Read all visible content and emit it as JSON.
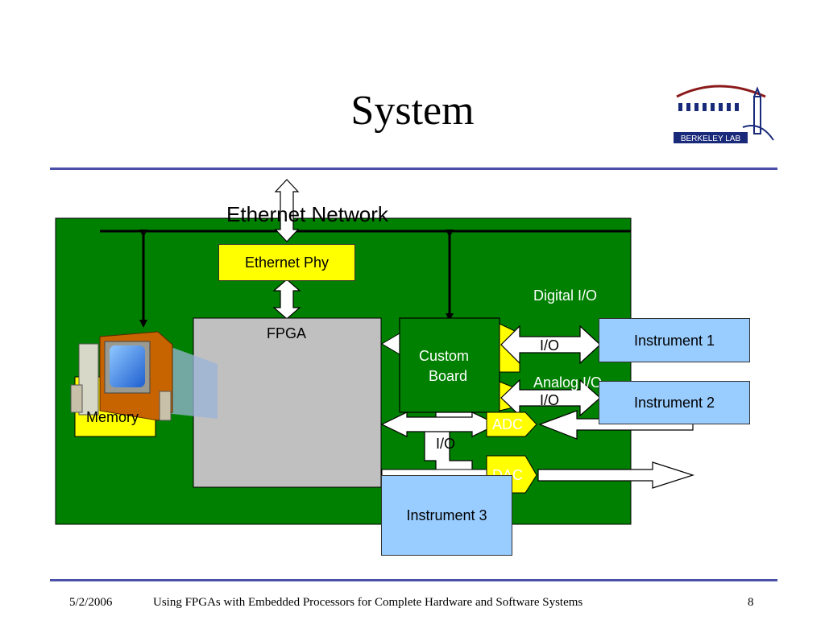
{
  "slide": {
    "title": "System",
    "footer": {
      "date": "5/2/2006",
      "subject": "Using FPGAs with Embedded Processors for Complete Hardware and Software Systems",
      "page": "8"
    },
    "logo_text": "BERKELEY LAB"
  },
  "diagram": {
    "ethernet_network": "Ethernet Network",
    "ethernet_phy": "Ethernet Phy",
    "fpga": "FPGA",
    "memory": "Memory",
    "custom_board_line1": "Custom",
    "custom_board_line2": "Board",
    "digital_io": "Digital I/O",
    "analog_io": "Analog I/O",
    "io_1": "I/O",
    "io_2": "I/O",
    "io_3": "I/O",
    "adc": "ADC",
    "dac": "DAC",
    "instrument_1": "Instrument 1",
    "instrument_2": "Instrument 2",
    "instrument_3": "Instrument 3"
  },
  "colors": {
    "board": "#008000",
    "highlight": "#ffff00",
    "instrument": "#99ccff",
    "fpga": "#c0c0c0",
    "rule": "#4a4fa8"
  }
}
